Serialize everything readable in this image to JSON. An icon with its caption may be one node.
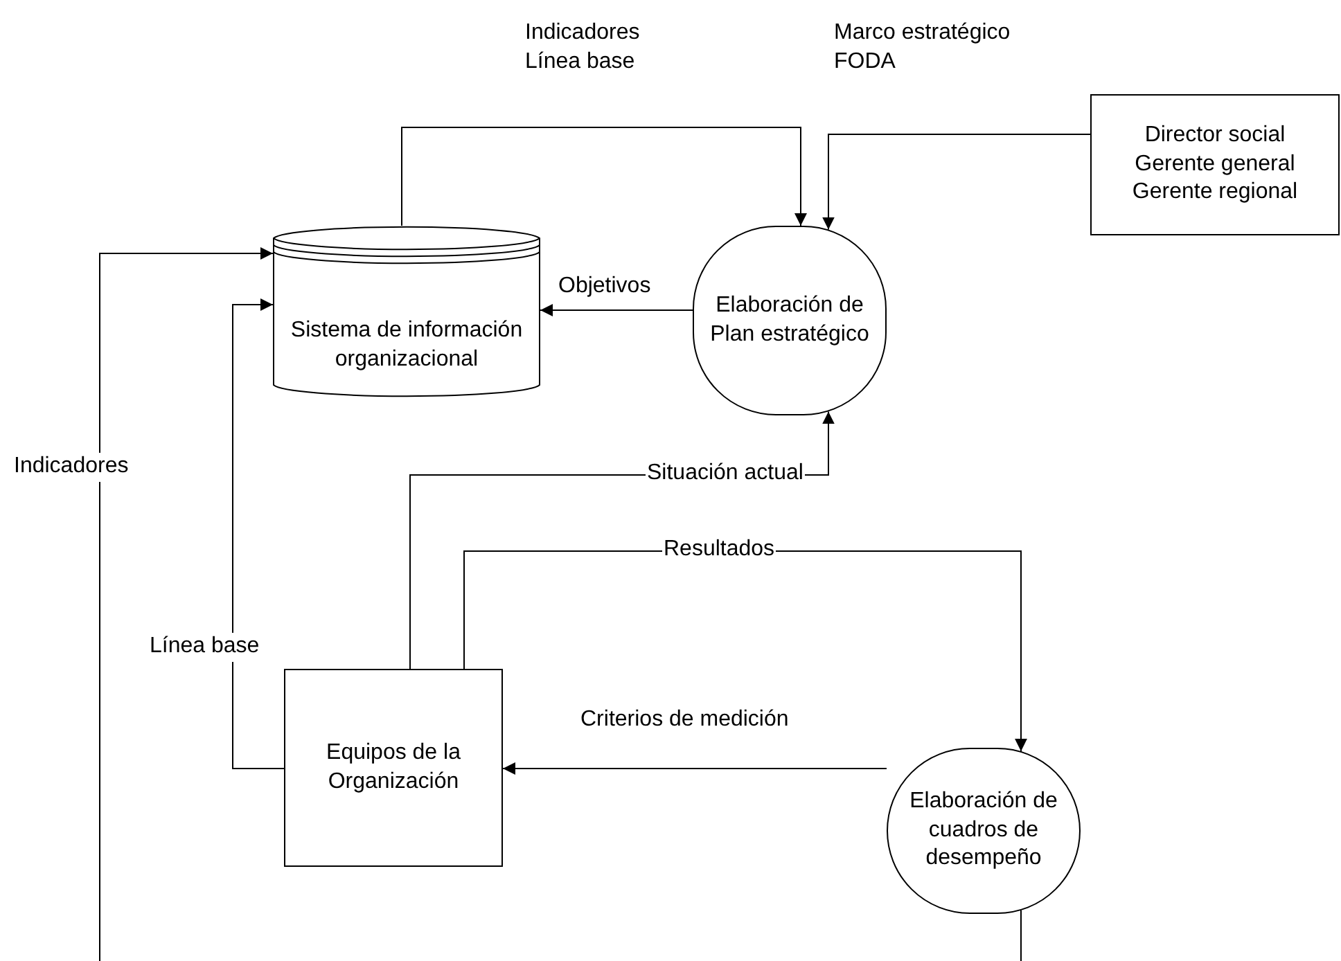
{
  "diagram": {
    "nodes": [
      {
        "text": [
          "Sistema de información organizacional"
        ]
      },
      {
        "text": [
          "Elaboración de Plan estratégico"
        ]
      },
      {
        "text": [
          "Director social Gerente general Gerente regional"
        ]
      },
      {
        "text": [
          "Equipos de la Organización"
        ]
      },
      {
        "text": [
          "Elaboración de cuadros de desempeño"
        ]
      }
    ],
    "edges": [
      {
        "from": 0,
        "to": 1,
        "arrow": "to",
        "label": "Indicadores Línea base"
      },
      {
        "from": 2,
        "to": 1,
        "arrow": "to",
        "label": "Marco estratégico FODA"
      },
      {
        "from": 1,
        "to": 0,
        "arrow": "to",
        "label": "Objetivos"
      },
      {
        "from": 3,
        "to": 1,
        "arrow": "to",
        "label": "Situación actual"
      },
      {
        "from": 3,
        "to": 4,
        "arrow": "to",
        "label": "Resultados"
      },
      {
        "from": 4,
        "to": 3,
        "arrow": "to",
        "label": "Criterios de medición"
      },
      {
        "from": 3,
        "to": 0,
        "arrow": "to",
        "label": "Línea base"
      },
      {
        "from": null,
        "to": 0,
        "arrow": "to",
        "label": "Indicadores"
      },
      {
        "from": 4,
        "to": null,
        "arrow": "none"
      }
    ]
  }
}
